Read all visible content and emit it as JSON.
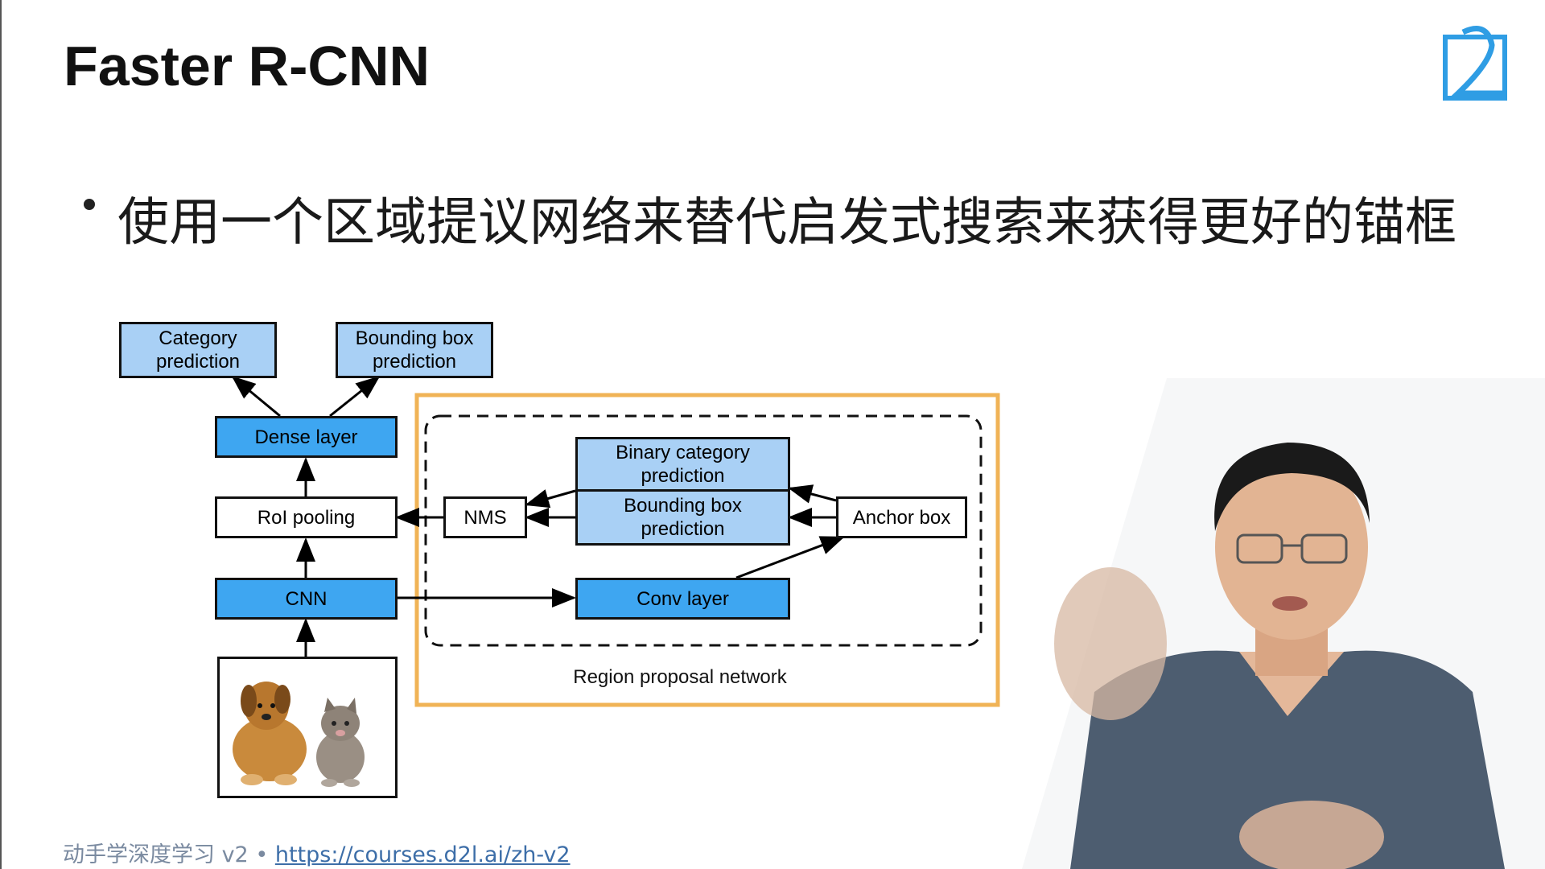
{
  "slide": {
    "title": "Faster R-CNN",
    "bullet": "使用一个区域提议网络来替代启发式搜索来获得更好的锚框"
  },
  "diagram": {
    "category_prediction": "Category\nprediction",
    "bbox_prediction_top": "Bounding box\nprediction",
    "dense_layer": "Dense layer",
    "roi_pooling": "RoI pooling",
    "cnn": "CNN",
    "nms": "NMS",
    "binary_category_prediction": "Binary category\nprediction",
    "bbox_prediction_rpn": "Bounding box\nprediction",
    "anchor_box": "Anchor box",
    "conv_layer": "Conv layer",
    "rpn_label": "Region proposal network"
  },
  "footer": {
    "prefix": "动手学深度学习 v2 • ",
    "link": "https://courses.d2l.ai/zh-v2"
  },
  "colors": {
    "light_blue": "#a9d0f5",
    "blue": "#3ea6f1",
    "rpn_border": "#f0b356",
    "logo": "#2f9de4"
  },
  "icons": {
    "logo": "d2l-logo-icon",
    "photo": "dog-cat-photo"
  }
}
